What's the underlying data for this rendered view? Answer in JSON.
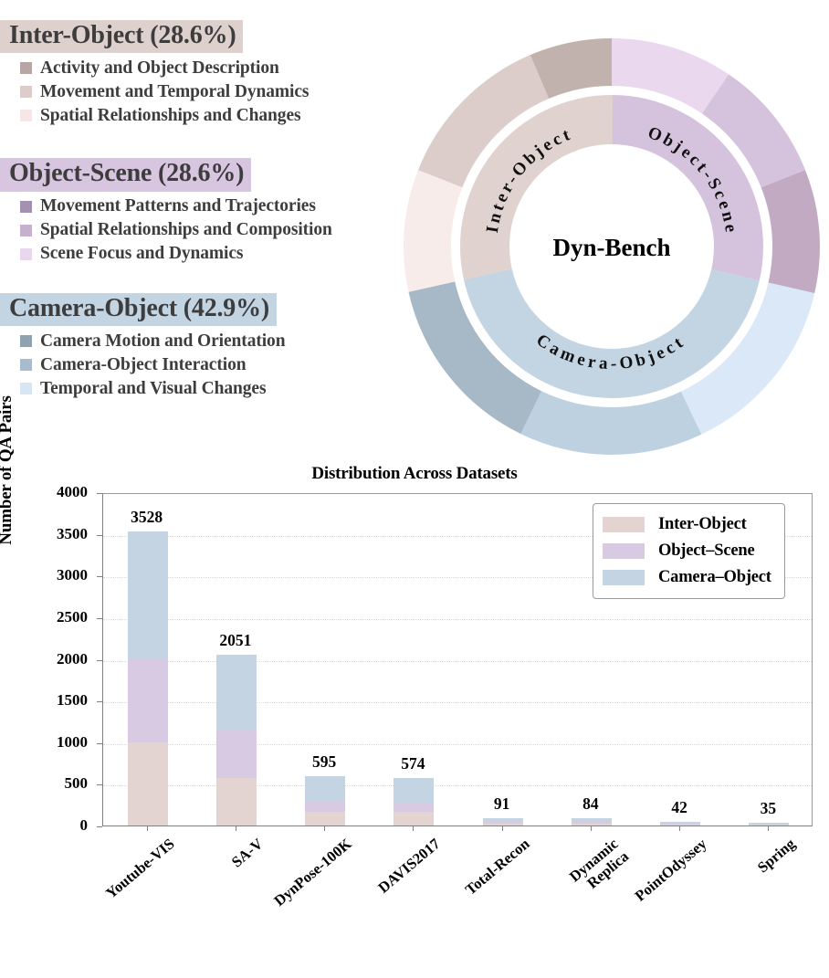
{
  "taxonomy": {
    "groups": [
      {
        "title": "Inter-Object (28.6%)",
        "title_bg": "#ded0cd",
        "items": [
          {
            "label": "Activity and Object Description",
            "color": "#b7a6a3"
          },
          {
            "label": "Movement and Temporal Dynamics",
            "color": "#ddcdca"
          },
          {
            "label": "Spatial Relationships and Changes",
            "color": "#f6e7e6"
          }
        ]
      },
      {
        "title": "Object-Scene (28.6%)",
        "title_bg": "#d8c6e0",
        "items": [
          {
            "label": "Movement Patterns and Trajectories",
            "color": "#a391b1"
          },
          {
            "label": "Spatial Relationships and Composition",
            "color": "#c5b0cf"
          },
          {
            "label": "Scene Focus and Dynamics",
            "color": "#e9d7ee"
          }
        ]
      },
      {
        "title": "Camera-Object (42.9%)",
        "title_bg": "#c3d4e3",
        "items": [
          {
            "label": "Camera Motion and Orientation",
            "color": "#8fa2b1"
          },
          {
            "label": "Camera-Object Interaction",
            "color": "#a7bcce"
          },
          {
            "label": "Temporal and Visual Changes",
            "color": "#d8e6f4"
          }
        ]
      }
    ]
  },
  "donut": {
    "center_label": "Dyn-Bench",
    "inner_ring": [
      {
        "label": "Object-Scene",
        "percent": 28.6,
        "color": "#d5c2dc"
      },
      {
        "label": "Camera-Object",
        "percent": 42.9,
        "color": "#c3d4e3"
      },
      {
        "label": "Inter-Object",
        "percent": 28.6,
        "color": "#e0d2cf"
      }
    ],
    "outer_ring": [
      {
        "label": "Scene Focus and Dynamics",
        "percent": 9.5,
        "color": "#ead8ef"
      },
      {
        "label": "Spatial Relationships and Composition",
        "percent": 9.5,
        "color": "#d5c2dc"
      },
      {
        "label": "Movement Patterns and Trajectories",
        "percent": 9.6,
        "color": "#c2abc2"
      },
      {
        "label": "Temporal and Visual Changes",
        "percent": 14.3,
        "color": "#dbe8f7"
      },
      {
        "label": "Camera-Object Interaction",
        "percent": 14.3,
        "color": "#bed1e1"
      },
      {
        "label": "Camera Motion and Orientation",
        "percent": 14.3,
        "color": "#a7b8c6"
      },
      {
        "label": "Spatial Relationships and Changes",
        "percent": 9.5,
        "color": "#f8eceb"
      },
      {
        "label": "Movement and Temporal Dynamics",
        "percent": 12.6,
        "color": "#ddcdca"
      },
      {
        "label": "Activity and Object Description",
        "percent": 6.4,
        "color": "#c2b2ae"
      }
    ]
  },
  "chart_data": {
    "type": "bar",
    "subtype": "stacked-vertical",
    "title": "Distribution Across Datasets",
    "xlabel": "",
    "ylabel": "Number of QA Pairs",
    "ylim": [
      0,
      4000
    ],
    "yticks": [
      0,
      500,
      1000,
      1500,
      2000,
      2500,
      3000,
      3500,
      4000
    ],
    "ytick_labels": [
      "0",
      "500",
      "1000",
      "1500",
      "2000",
      "2500",
      "3000",
      "3500",
      "4000"
    ],
    "grid": true,
    "legend_position": "upper right",
    "categories": [
      "Youtube-VIS",
      "SA-V",
      "DynPose-100K",
      "DAVIS2017",
      "Total-Recon",
      "Dynamic\nReplica",
      "PointOdyssey",
      "Spring"
    ],
    "series": [
      {
        "name": "Inter-Object",
        "color": "#e4d4d1",
        "values": [
          1000,
          570,
          170,
          165,
          26,
          24,
          8,
          6
        ]
      },
      {
        "name": "Object–Scene",
        "color": "#d9cae3",
        "values": [
          1000,
          570,
          110,
          110,
          30,
          28,
          10,
          8
        ]
      },
      {
        "name": "Camera–Object",
        "color": "#c5d4e3",
        "values": [
          1528,
          911,
          315,
          299,
          35,
          32,
          24,
          21
        ]
      }
    ],
    "totals": [
      3528,
      2051,
      595,
      574,
      91,
      84,
      42,
      35
    ],
    "total_labels": [
      "3528",
      "2051",
      "595",
      "574",
      "91",
      "84",
      "42",
      "35"
    ],
    "legend_entries": [
      "Inter-Object",
      "Object–Scene",
      "Camera–Object"
    ]
  }
}
